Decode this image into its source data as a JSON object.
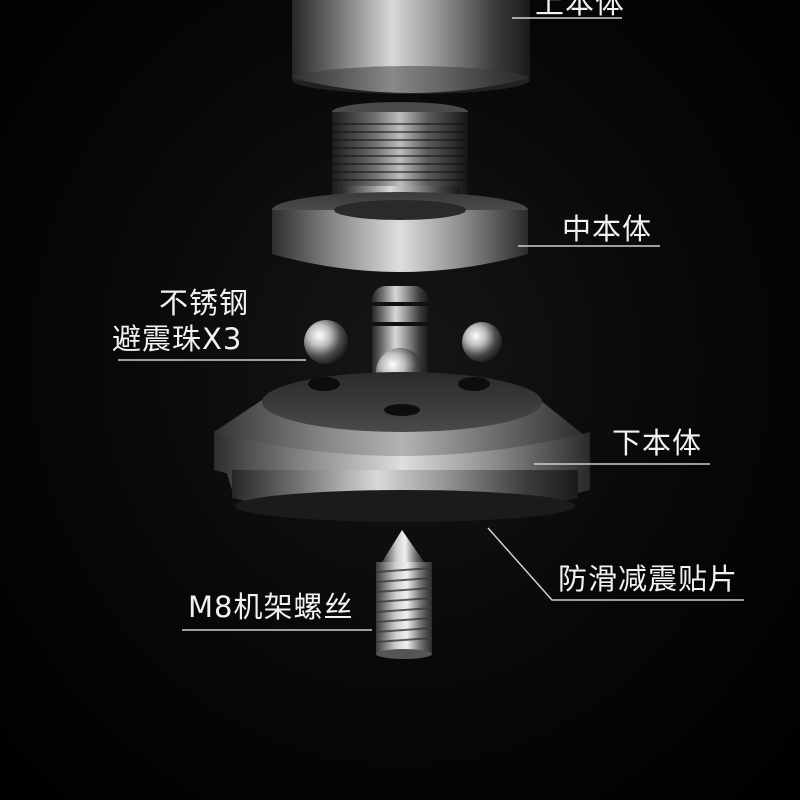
{
  "labels": {
    "upper_body": "上本体",
    "middle_body": "中本体",
    "ball_line1": "不锈钢",
    "ball_line2": "避震珠X3",
    "lower_body": "下本体",
    "pad": "防滑减震贴片",
    "screw": "M8机架螺丝"
  },
  "colors": {
    "background": "#000000",
    "metal_light": "#d9d9d9",
    "metal_dark": "#2a2a2a",
    "label_text": "#f2f2f2",
    "leader_line": "#cfcfcf"
  }
}
